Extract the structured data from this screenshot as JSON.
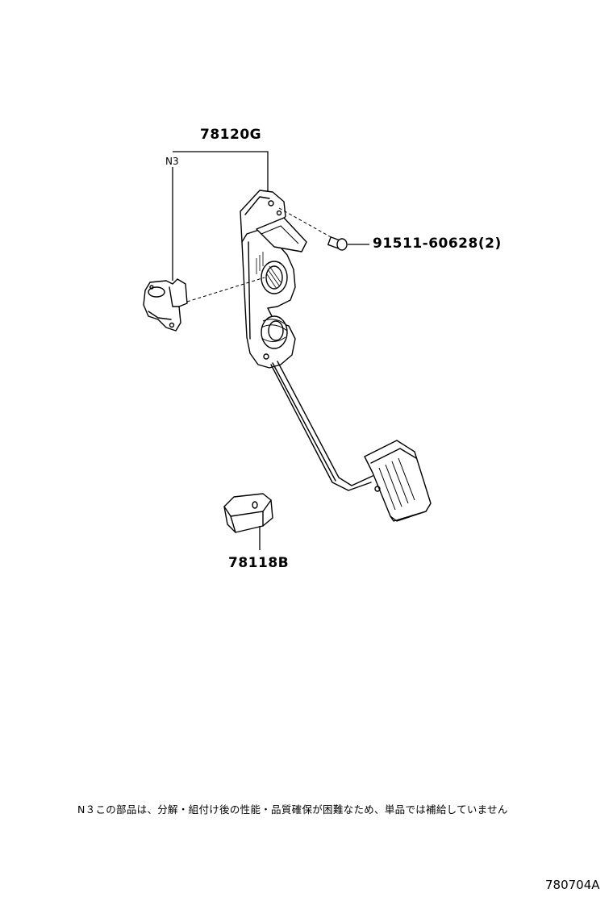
{
  "labels": {
    "assembly_part": "78120G",
    "group_code": "N3",
    "bolt_part": "91511-60628(2)",
    "cover_part": "78118B"
  },
  "note": "N３この部品は、分解・組付け後の性能・品質確保が困難なため、単品では補給していません",
  "figure_id": "780704A"
}
